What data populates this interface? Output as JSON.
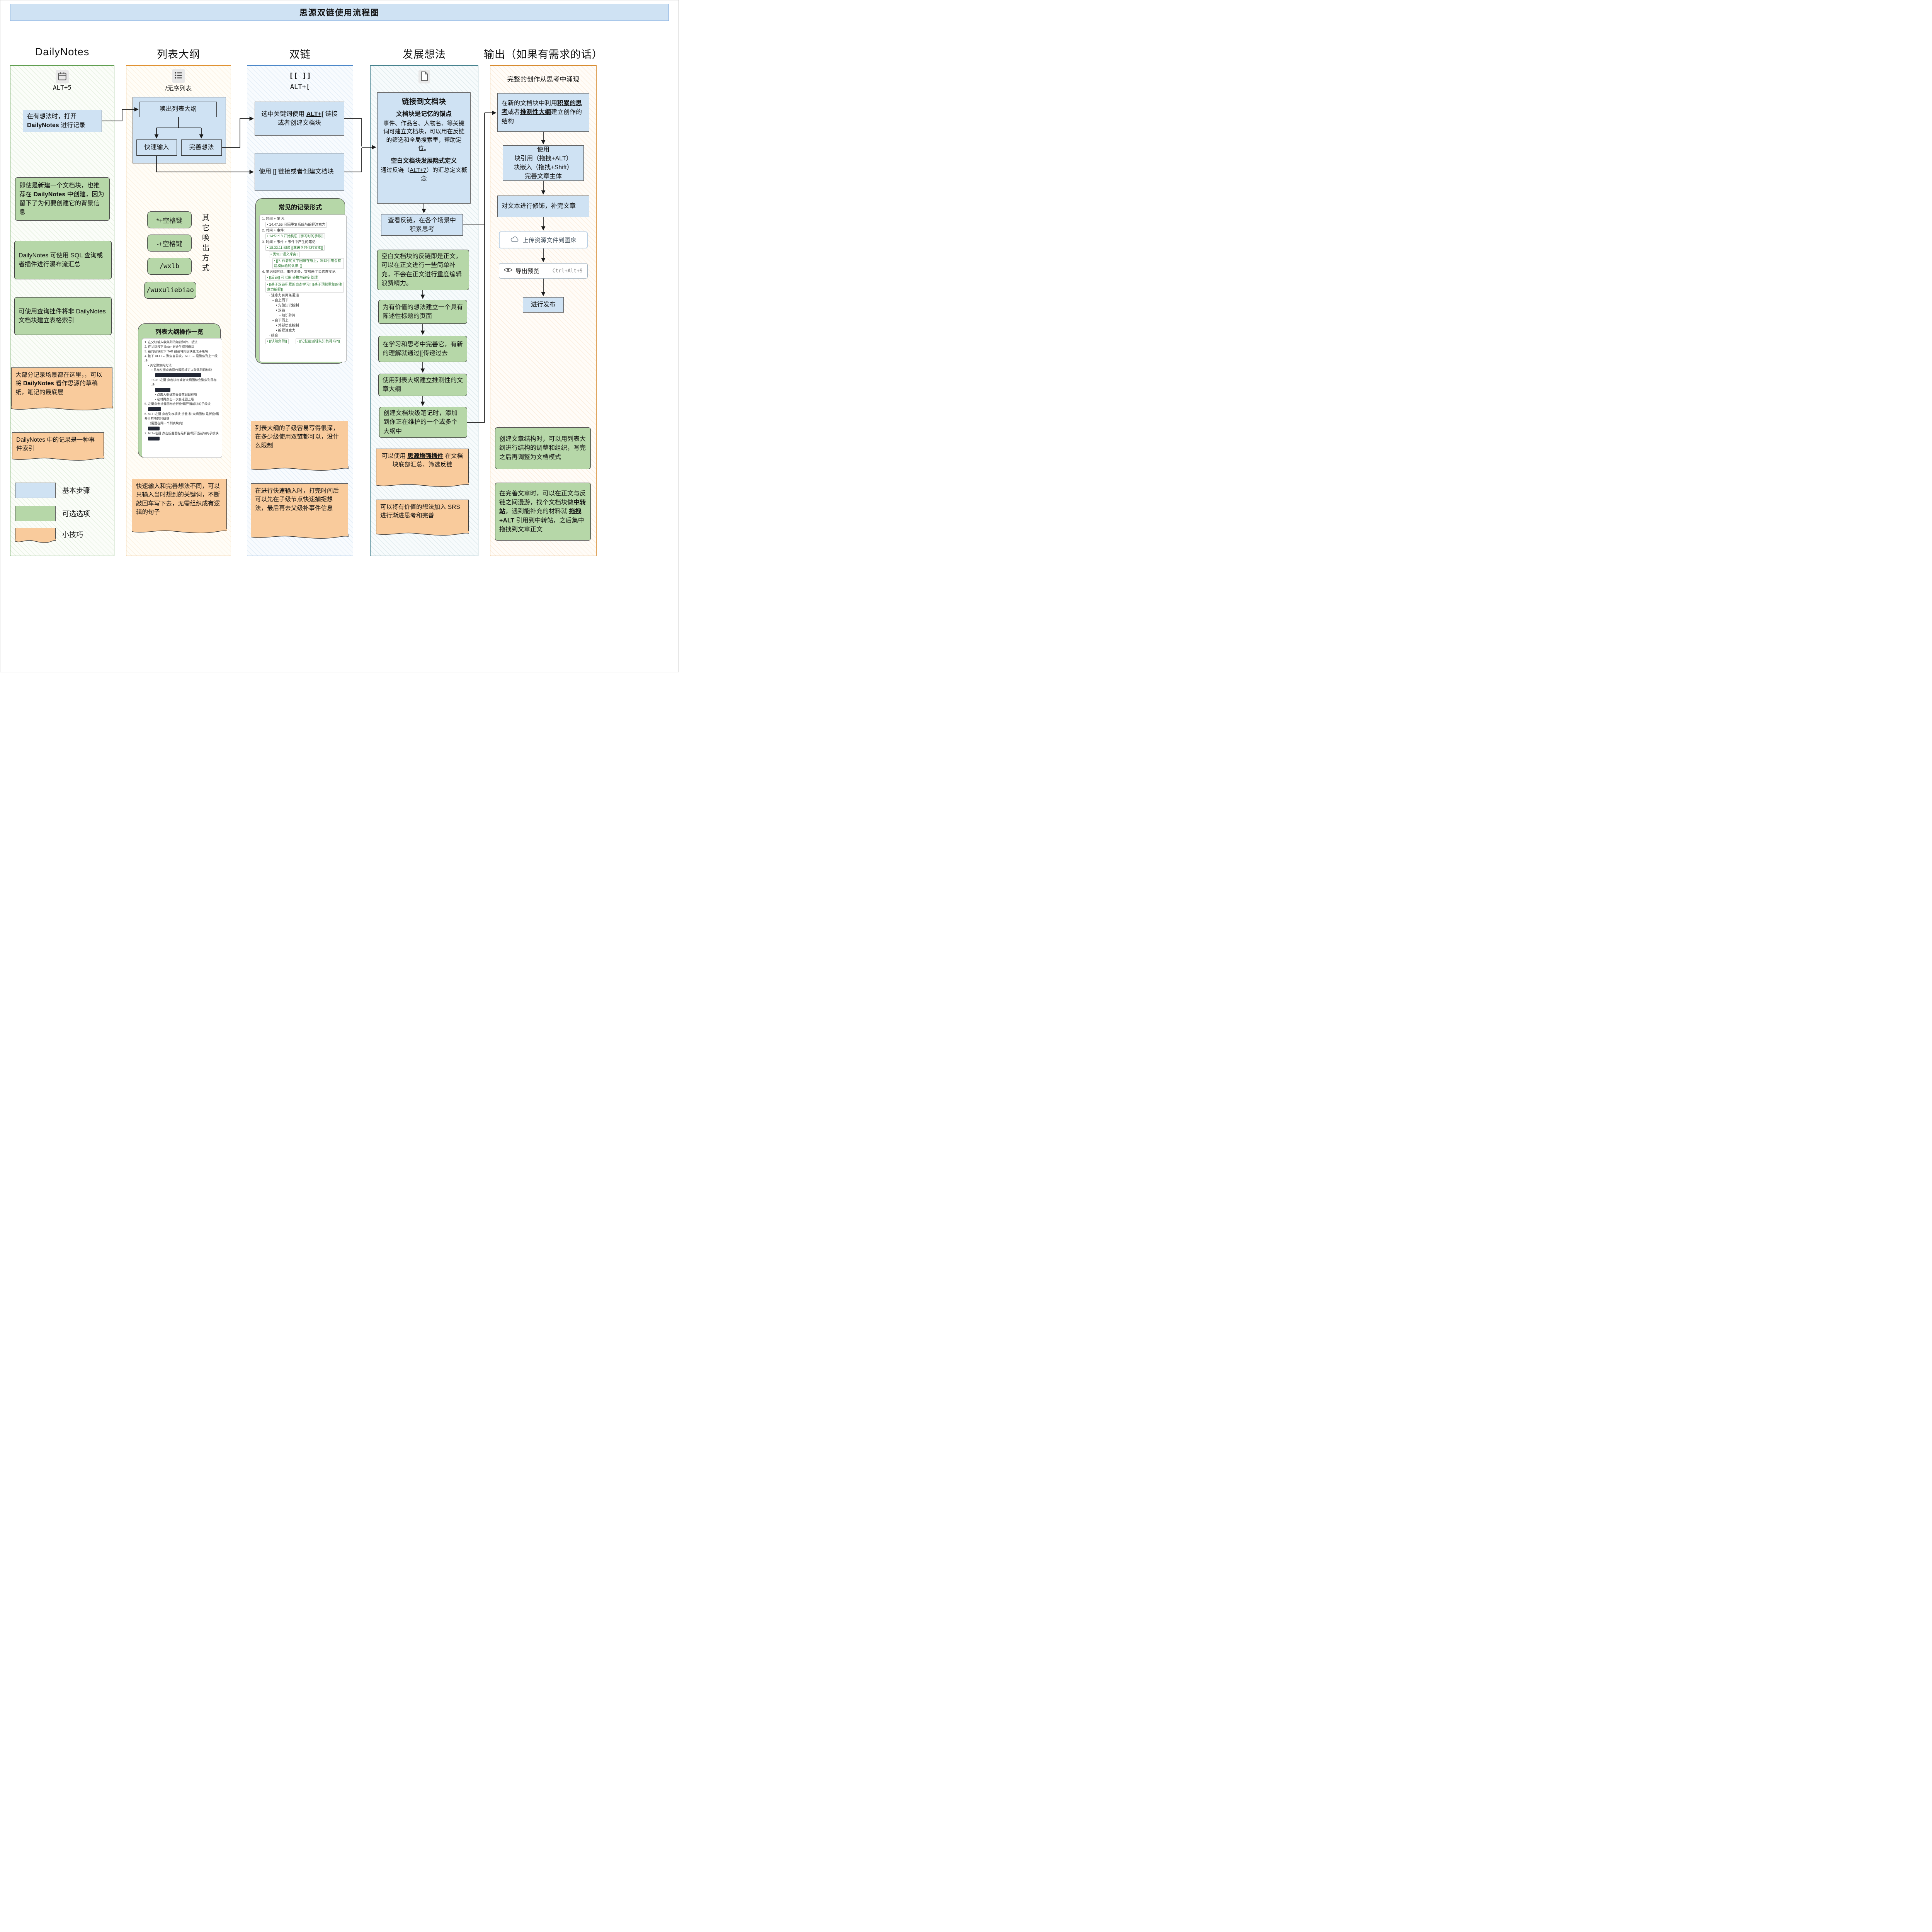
{
  "title": "思源双链使用流程图",
  "colors": {
    "basic_step": "#cfe2f3",
    "optional": "#b6d7a8",
    "tip": "#f9cb9c"
  },
  "legend": {
    "basic": "基本步骤",
    "optional": "可选选项",
    "tip": "小技巧"
  },
  "col1": {
    "header": "DailyNotes",
    "icon": "calendar-icon",
    "icon_caption": "ALT+5",
    "step1": [
      {
        "t": "在有想法时，打开 "
      },
      {
        "t": "DailyNotes",
        "b": true
      },
      {
        "t": " 进行记录"
      }
    ],
    "opt1": [
      {
        "t": "即使是新建一个文档块，也推荐在 "
      },
      {
        "t": "DailyNotes",
        "b": true
      },
      {
        "t": " 中创建，因为留下了为何要创建它的背景信息"
      }
    ],
    "opt2": "DailyNotes 可使用 SQL 查询或者插件进行瀑布流汇总",
    "opt3": "可使用查询挂件将非 DailyNotes 文档块建立表格索引",
    "tip1": [
      {
        "t": "大部分记录场景都在这里，，可以将 "
      },
      {
        "t": "DailyNotes",
        "b": true
      },
      {
        "t": " 看作思源的草稿纸，笔记的最底层"
      }
    ],
    "tip2": "DailyNotes 中的记录是一种事件索引"
  },
  "col2": {
    "header": "列表大纲",
    "icon": "unordered-list-icon",
    "icon_caption": "/无序列表",
    "step_main": "唤出列表大纲",
    "step_quick": "快速输入",
    "step_refine": "完善想法",
    "pills": [
      "*+空格键",
      "-+空格键",
      "/wxlb",
      "/wuxuliebiao"
    ],
    "pills_caption": "其它唤出方式",
    "ops_title": "列表大纲操作一览",
    "ops_lines": [
      {
        "text": "1. 在父块输入收集到的知识碎片、想法",
        "indent": 0
      },
      {
        "text": "2. 在父块按下 Enter 键会生成同级块",
        "indent": 0
      },
      {
        "text": "3. 在同级块按下 TAB 键会将同级块变成子级块",
        "indent": 0
      },
      {
        "text": "4. 按下 ALT+← 聚焦当前块，ALT+→ 是聚焦到上一级块",
        "indent": 0
      },
      {
        "text": "• 其它聚焦的方法:",
        "indent": 1
      },
      {
        "text": "• 鼠标左键点击面包屑区域可以聚焦到目标块",
        "indent": 2
      },
      {
        "shot": true,
        "w": 120,
        "indent": 3
      },
      {
        "text": "• Ctrl+左键 点击块标或者大纲图标会聚焦到目标块",
        "indent": 2
      },
      {
        "shot": true,
        "w": 40,
        "indent": 3
      },
      {
        "text": "• 点击大纲标志会聚焦到目标块",
        "indent": 3
      },
      {
        "text": "• 这时再点击一次会返回上级",
        "indent": 3
      },
      {
        "text": "5. 左键点击折叠图标会折叠/展开当前块的子级块",
        "indent": 0
      },
      {
        "shot": true,
        "w": 34,
        "indent": 1
      },
      {
        "text": "6. ALT+左键 点击列表项块 折叠 和 大纲图标 是折叠/展开当前块的同级块",
        "indent": 0
      },
      {
        "text": "（需要在同一个列表块内）",
        "indent": 1
      },
      {
        "shot": true,
        "w": 30,
        "indent": 1
      },
      {
        "text": "7. ALT+左键 点击折叠图标是折叠/展开当前块的子级块",
        "indent": 0
      },
      {
        "shot": true,
        "w": 30,
        "indent": 1
      }
    ],
    "tip1": "快速输入和完善想法不同，可以只输入当时想到的关键词，不断敲回车写下去，无需组织成有逻辑的句子"
  },
  "col3": {
    "header": "双链",
    "caption1": "[[ ]]",
    "caption2": "ALT+[",
    "step1": [
      {
        "t": "选中关键词使用 "
      },
      {
        "t": "ALT+[",
        "b": true,
        "u": true
      },
      {
        "t": " 链接或者创建文档块"
      }
    ],
    "step2": "使用 [[ 链接或者创建文档块",
    "records_title": "常见的记录形式",
    "record_lines": [
      {
        "text": "1. 时间 + 笔记:",
        "indent": 0
      },
      {
        "text": "• 14:47:55 间隔重复系统与编程注意力",
        "indent": 1,
        "cls": "boxed"
      },
      {
        "text": "2. 时间 + 事件:",
        "indent": 0
      },
      {
        "text": "• 14:51:18 开始构思 [[学习时的手账]]",
        "indent": 1,
        "cls": "boxed ref"
      },
      {
        "text": "3. 时间 + 事件 + 事件中产生的笔记:",
        "indent": 0
      },
      {
        "text": "• 18:33:11 阅读 [[拿破仑时代的文本]]",
        "indent": 1,
        "cls": "boxed ref"
      },
      {
        "text": "• 类似 [[语义斥离]]",
        "indent": 2,
        "cls": "boxed ref"
      },
      {
        "text": "• [[?. 作者的文字困难在纸上，难以引用会有建模体验的认识. ]]",
        "indent": 3,
        "cls": "boxed ref"
      },
      {
        "text": "4. 笔记和时间、事件无关，突然来了灵感直接记:",
        "indent": 0
      },
      {
        "text": "• [[反链]] 可以用 转换为链接 处理",
        "indent": 1,
        "cls": "boxed ref"
      },
      {
        "text": "• [[基于双链积累的白杰学习]] [[基于词频重复的注意力编程]]",
        "indent": 1,
        "cls": "boxed ref"
      },
      {
        "text": "◦ 注意力有两条通道",
        "indent": 2
      },
      {
        "text": "▪ 自上而下",
        "indent": 3
      },
      {
        "text": "• 先验知识控制",
        "indent": 4
      },
      {
        "text": "• 双链",
        "indent": 4
      },
      {
        "text": "◦ 知识碎片",
        "indent": 5
      },
      {
        "text": "▪ 自下而上",
        "indent": 3
      },
      {
        "text": "• 外部信息控制",
        "indent": 4
      },
      {
        "text": "• 编程注意力",
        "indent": 4
      },
      {
        "text": "◦ 结合",
        "indent": 2
      },
      {
        "text": "• [[认知负荷]]",
        "indent": 1,
        "cls": "boxed ref"
      },
      {
        "text": "◦ [[记忆能减轻认知负荷吗?]]",
        "indent": 2,
        "cls": "boxed ref"
      }
    ],
    "tip1": "列表大纲的子级容易写得很深，在多少级使用双链都可以，没什么限制",
    "tip2": "在进行快速输入时，打完时间后可以先在子级节点快速捕捉想法，最后再去父级补事件信息"
  },
  "col4": {
    "header": "发展想法",
    "icon": "document-icon",
    "main_title": "链接到文档块",
    "main_sub1": "文档块是记忆的锚点",
    "main_body1": "事件、作品名、人物名、等关键词可建立文档块，可以用在反链的筛选和全局搜索里，帮助定位。",
    "main_sub2": "空白文档块发展隐式定义",
    "main_body2": [
      {
        "t": "通过反链（"
      },
      {
        "t": "ALT+7",
        "u": true
      },
      {
        "t": "）的汇总定义概念"
      }
    ],
    "step2": "查看反链，在各个场景中积累思考",
    "opt1": "空白文档块的反链即是正文，可以在正文进行一些简单补充，不会在正文进行重度编辑浪费精力。",
    "opt2": "为有价值的想法建立一个具有陈述性标题的页面",
    "opt3": "在学习和思考中完善它，有新的理解就通过[[传递过去",
    "opt4": "使用列表大纲建立推测性的文章大纲",
    "opt5": "创建文档块级笔记时，添加到你正在维护的一个或多个大纲中",
    "tip1": [
      {
        "t": "可以使用 "
      },
      {
        "t": "思源增强插件",
        "b": true,
        "u": true
      },
      {
        "t": " 在文档块底部汇总、筛选反链"
      }
    ],
    "tip2": "可以将有价值的想法加入 SRS 进行渐进思考和完善"
  },
  "col5": {
    "header": "输出（如果有需求的话）",
    "caption": "完整的创作从思考中涌现",
    "step1": [
      {
        "t": "在新的文档块中利用"
      },
      {
        "t": "积累的思考",
        "b": true,
        "u": true
      },
      {
        "t": "或者"
      },
      {
        "t": "推测性大纲",
        "b": true,
        "u": true
      },
      {
        "t": "建立创作的结构"
      }
    ],
    "step2_lines": [
      "使用",
      "块引用（拖拽+ALT）",
      "块嵌入（拖拽+Shift）",
      "完善文章主体"
    ],
    "step3": "对文本进行修饰，补完文章",
    "upload_button": "上传资源文件到图床",
    "export_button": "导出预览",
    "export_shortcut": "Ctrl+Alt+9",
    "publish": "进行发布",
    "opt1": "创建文章结构时，可以用列表大纲进行结构的调整和组织，写完之后再调整为文档模式",
    "opt2": [
      {
        "t": "在完善文章时，可以在正文与反链之间漫游，找个文档块做"
      },
      {
        "t": "中转站",
        "b": true,
        "u": true
      },
      {
        "t": "，遇到能补充的材料就 "
      },
      {
        "t": "拖拽+ALT",
        "b": true,
        "u": true
      },
      {
        "t": " 引用到中转站，之后集中拖拽到文章正文"
      }
    ]
  }
}
